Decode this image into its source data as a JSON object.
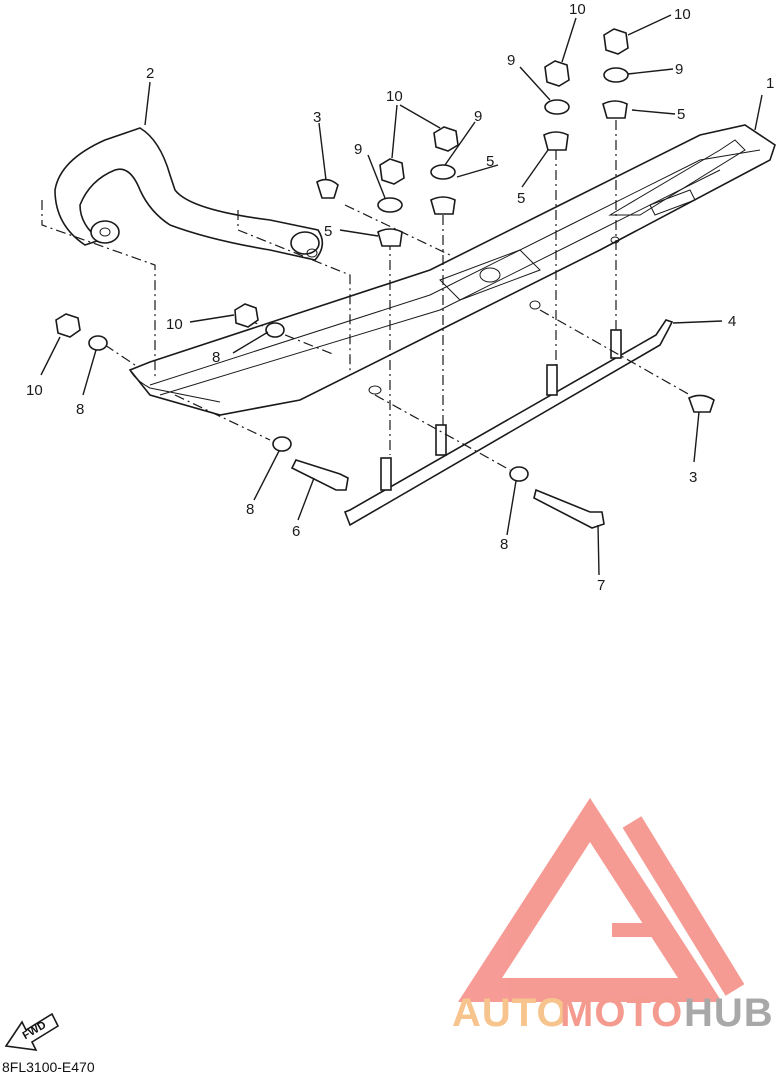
{
  "diagram": {
    "callouts": {
      "c1": "1",
      "c2": "2",
      "c3a": "3",
      "c3b": "3",
      "c4": "4",
      "c5a": "5",
      "c5b": "5",
      "c5c": "5",
      "c5d": "5",
      "c6": "6",
      "c7": "7",
      "c8a": "8",
      "c8b": "8",
      "c8c": "8",
      "c8d": "8",
      "c9a": "9",
      "c9b": "9",
      "c9c": "9",
      "c9d": "9",
      "c10a": "10",
      "c10b": "10",
      "c10c": "10",
      "c10d": "10",
      "c10e": "10"
    },
    "fwd_label": "FWD",
    "diagram_code": "8FL3100-E470"
  },
  "watermark": {
    "text_part1": "AUTO",
    "text_part2": "MOTO",
    "text_part3": "HUB",
    "colors": {
      "auto": "#f6c48c",
      "moto": "#f59a8e",
      "hub": "#a8a8a8",
      "logo": "#f48a82"
    }
  }
}
